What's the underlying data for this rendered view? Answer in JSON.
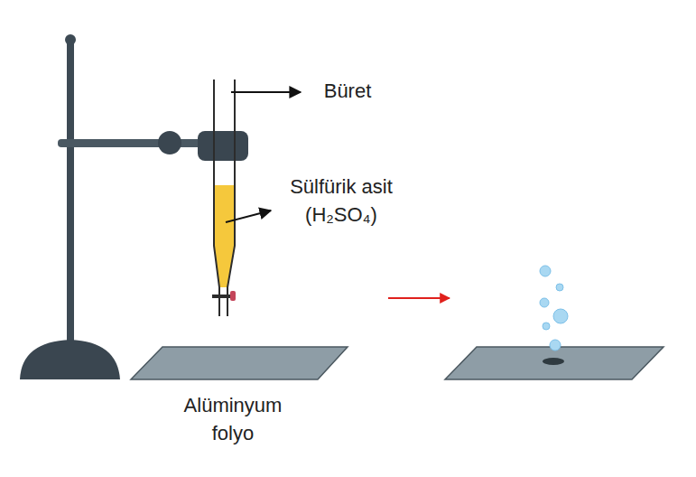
{
  "diagram": {
    "labels": [
      "Büret",
      "Sülfürik asit (H₂SO₄)",
      "Alüminyum folyo"
    ]
  }
}
